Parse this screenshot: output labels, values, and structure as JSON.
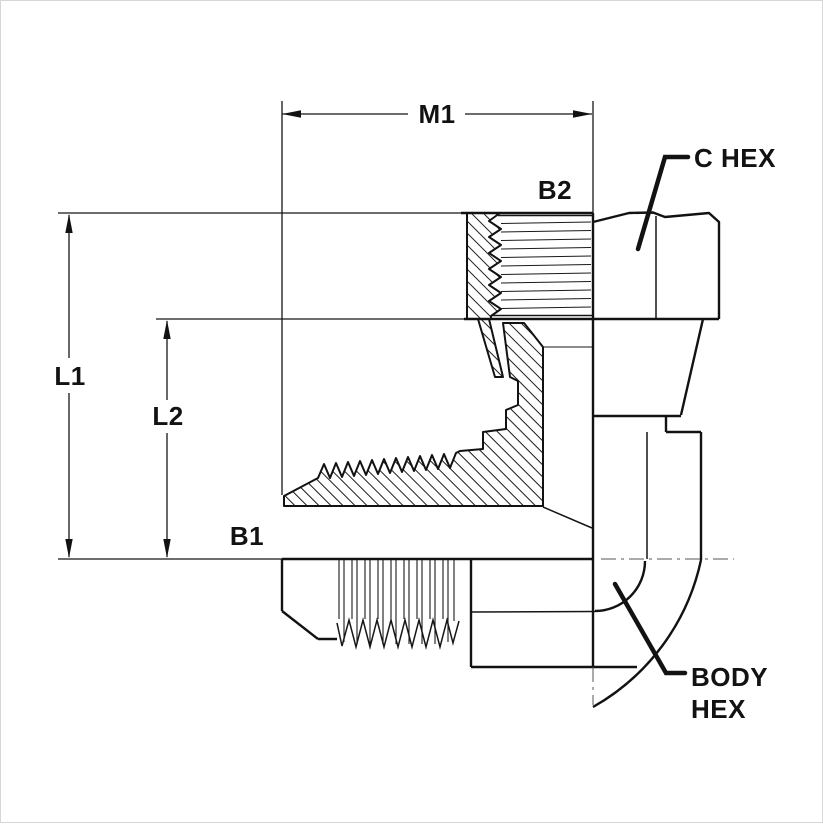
{
  "drawing": {
    "title": "90 degree elbow fitting, half-section technical drawing",
    "background": "#ffffff",
    "line_color": "#121212"
  },
  "labels": {
    "m1": "M1",
    "l1": "L1",
    "l2": "L2",
    "b1": "B1",
    "b2": "B2",
    "c_hex": "C HEX",
    "body_hex_line1": "BODY",
    "body_hex_line2": "HEX"
  }
}
